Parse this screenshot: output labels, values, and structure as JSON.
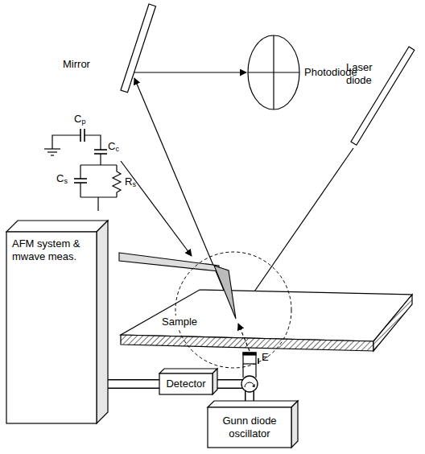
{
  "diagram": {
    "nodes": [
      {
        "text": [
          "AFM system & mwave meas."
        ]
      },
      {
        "text": [
          "Detector"
        ]
      },
      {
        "text": [
          "Gunn diode oscillator"
        ]
      }
    ],
    "edges": [
      {
        "from": 1,
        "to": 0,
        "arrow": "none"
      },
      {
        "from": 2,
        "to": 1,
        "arrow": "none"
      }
    ],
    "labels": [
      "Mirror",
      "Photodiode",
      "Laser diode",
      "Cp",
      "Cc",
      "Cs",
      "Rs",
      "Sample",
      "E"
    ]
  }
}
